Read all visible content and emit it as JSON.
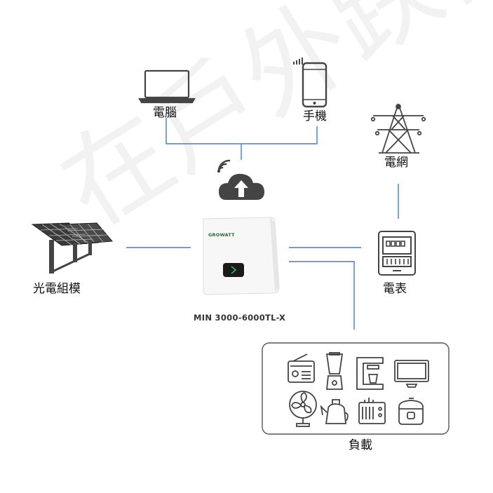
{
  "labels": {
    "computer": "電腦",
    "phone": "手機",
    "grid": "電網",
    "solar": "光電組模",
    "meter": "電表",
    "load": "負載"
  },
  "inverter": {
    "model": "MIN 3000-6000TL-X",
    "brand": "GROWATT"
  },
  "watermark": "在戶外跌倒",
  "colors": {
    "connector_line": "#3d7fc7",
    "icon_stroke": "#444444"
  }
}
